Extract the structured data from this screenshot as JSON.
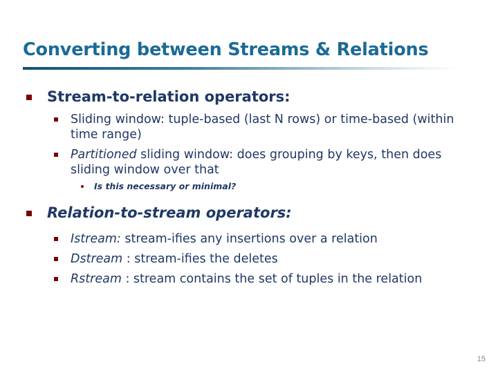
{
  "slide": {
    "title": "Converting between Streams & Relations",
    "page_number": "15",
    "colors": {
      "title": "#1b6a96",
      "rule_start": "#15536f",
      "body_text": "#1f3864",
      "bullet_marker": "#7b0000",
      "page_number": "#8a8a8a",
      "background": "#ffffff"
    },
    "sections": [
      {
        "heading": "Stream-to-relation operators:",
        "heading_style": "bold",
        "items": [
          {
            "lead": "",
            "text": "Sliding window:  tuple-based (last N rows) or time-based (within time range)"
          },
          {
            "lead": "Partitioned",
            "text": " sliding window:  does grouping by keys, then does sliding window over that",
            "subitems": [
              "Is this necessary or minimal?"
            ]
          }
        ]
      },
      {
        "heading": "Relation-to-stream operators:",
        "heading_style": "bold-italic",
        "items": [
          {
            "lead": "Istream:",
            "text": "   stream-ifies any insertions over a relation"
          },
          {
            "lead": "Dstream",
            "text": " : stream-ifies the deletes"
          },
          {
            "lead": "Rstream",
            "text": " : stream contains the set of tuples in the relation"
          }
        ]
      }
    ]
  }
}
